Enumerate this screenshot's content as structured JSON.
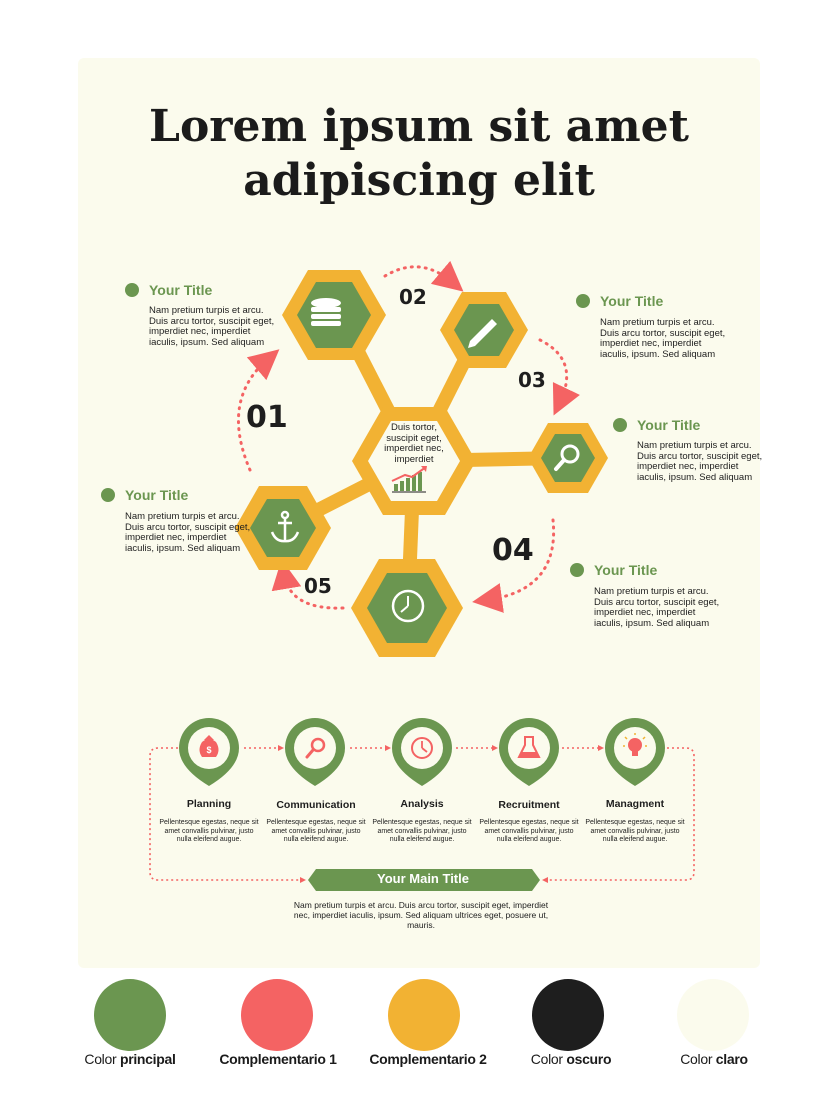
{
  "title": {
    "line1": "Lorem ipsum sit amet",
    "line2": "adipiscing elit"
  },
  "colors": {
    "green": "#6b9650",
    "coral": "#f46363",
    "yellow": "#f2b233",
    "dark": "#1e1e1e",
    "light": "#fbfbed"
  },
  "hex_center": {
    "text": "Duis tortor, suscipit eget, imperdiet nec, imperdiet",
    "icon": "growth-chart-icon"
  },
  "hexagons": [
    {
      "number": "01",
      "icon": "database-icon"
    },
    {
      "number": "02",
      "icon": "pencil-icon"
    },
    {
      "number": "03",
      "icon": "magnifier-icon"
    },
    {
      "number": "04",
      "icon": "clock-icon"
    },
    {
      "number": "05",
      "icon": "anchor-icon"
    }
  ],
  "panels": [
    {
      "title": "Your Title",
      "body": "Nam pretium turpis et arcu. Duis arcu tortor, suscipit eget, imperdiet nec, imperdiet iaculis, ipsum. Sed aliquam"
    },
    {
      "title": "Your Title",
      "body": "Nam pretium turpis et arcu. Duis arcu tortor, suscipit eget, imperdiet nec, imperdiet iaculis, ipsum. Sed aliquam"
    },
    {
      "title": "Your Title",
      "body": "Nam pretium turpis et arcu. Duis arcu tortor, suscipit eget, imperdiet nec, imperdiet iaculis, ipsum. Sed aliquam"
    },
    {
      "title": "Your Title",
      "body": "Nam pretium turpis et arcu. Duis arcu tortor, suscipit eget, imperdiet nec, imperdiet iaculis, ipsum. Sed aliquam"
    },
    {
      "title": "Your Title",
      "body": "Nam pretium turpis et arcu. Duis arcu tortor, suscipit eget, imperdiet nec, imperdiet iaculis, ipsum. Sed aliquam"
    }
  ],
  "steps": [
    {
      "label": "Planning",
      "icon": "money-bag-icon",
      "desc": "Pellentesque egestas, neque sit amet convallis pulvinar, justo nulla eleifend augue."
    },
    {
      "label": "Communication",
      "icon": "magnifier-icon",
      "desc": "Pellentesque egestas, neque sit amet convallis pulvinar, justo nulla eleifend augue."
    },
    {
      "label": "Analysis",
      "icon": "clock-icon",
      "desc": "Pellentesque egestas, neque sit amet convallis pulvinar, justo nulla eleifend augue."
    },
    {
      "label": "Recruitment",
      "icon": "flask-icon",
      "desc": "Pellentesque egestas, neque sit amet convallis pulvinar, justo nulla eleifend augue."
    },
    {
      "label": "Managment",
      "icon": "lightbulb-icon",
      "desc": "Pellentesque egestas, neque sit amet convallis pulvinar, justo nulla eleifend augue."
    }
  ],
  "banner": {
    "title": "Your Main Title",
    "body": "Nam pretium turpis et arcu. Duis arcu tortor, suscipit eget, imperdiet nec, imperdiet iaculis, ipsum. Sed aliquam ultrices eget, posuere ut, mauris."
  },
  "palette": [
    {
      "prefix": "Color ",
      "bold": "principal",
      "color": "#6b9650"
    },
    {
      "prefix": "",
      "bold": "Complementario 1",
      "color": "#f46363"
    },
    {
      "prefix": "",
      "bold": "Complementario 2",
      "color": "#f2b233"
    },
    {
      "prefix": "Color ",
      "bold": "oscuro",
      "color": "#1e1e1e"
    },
    {
      "prefix": "Color ",
      "bold": "claro",
      "color": "#fbfbed"
    }
  ]
}
